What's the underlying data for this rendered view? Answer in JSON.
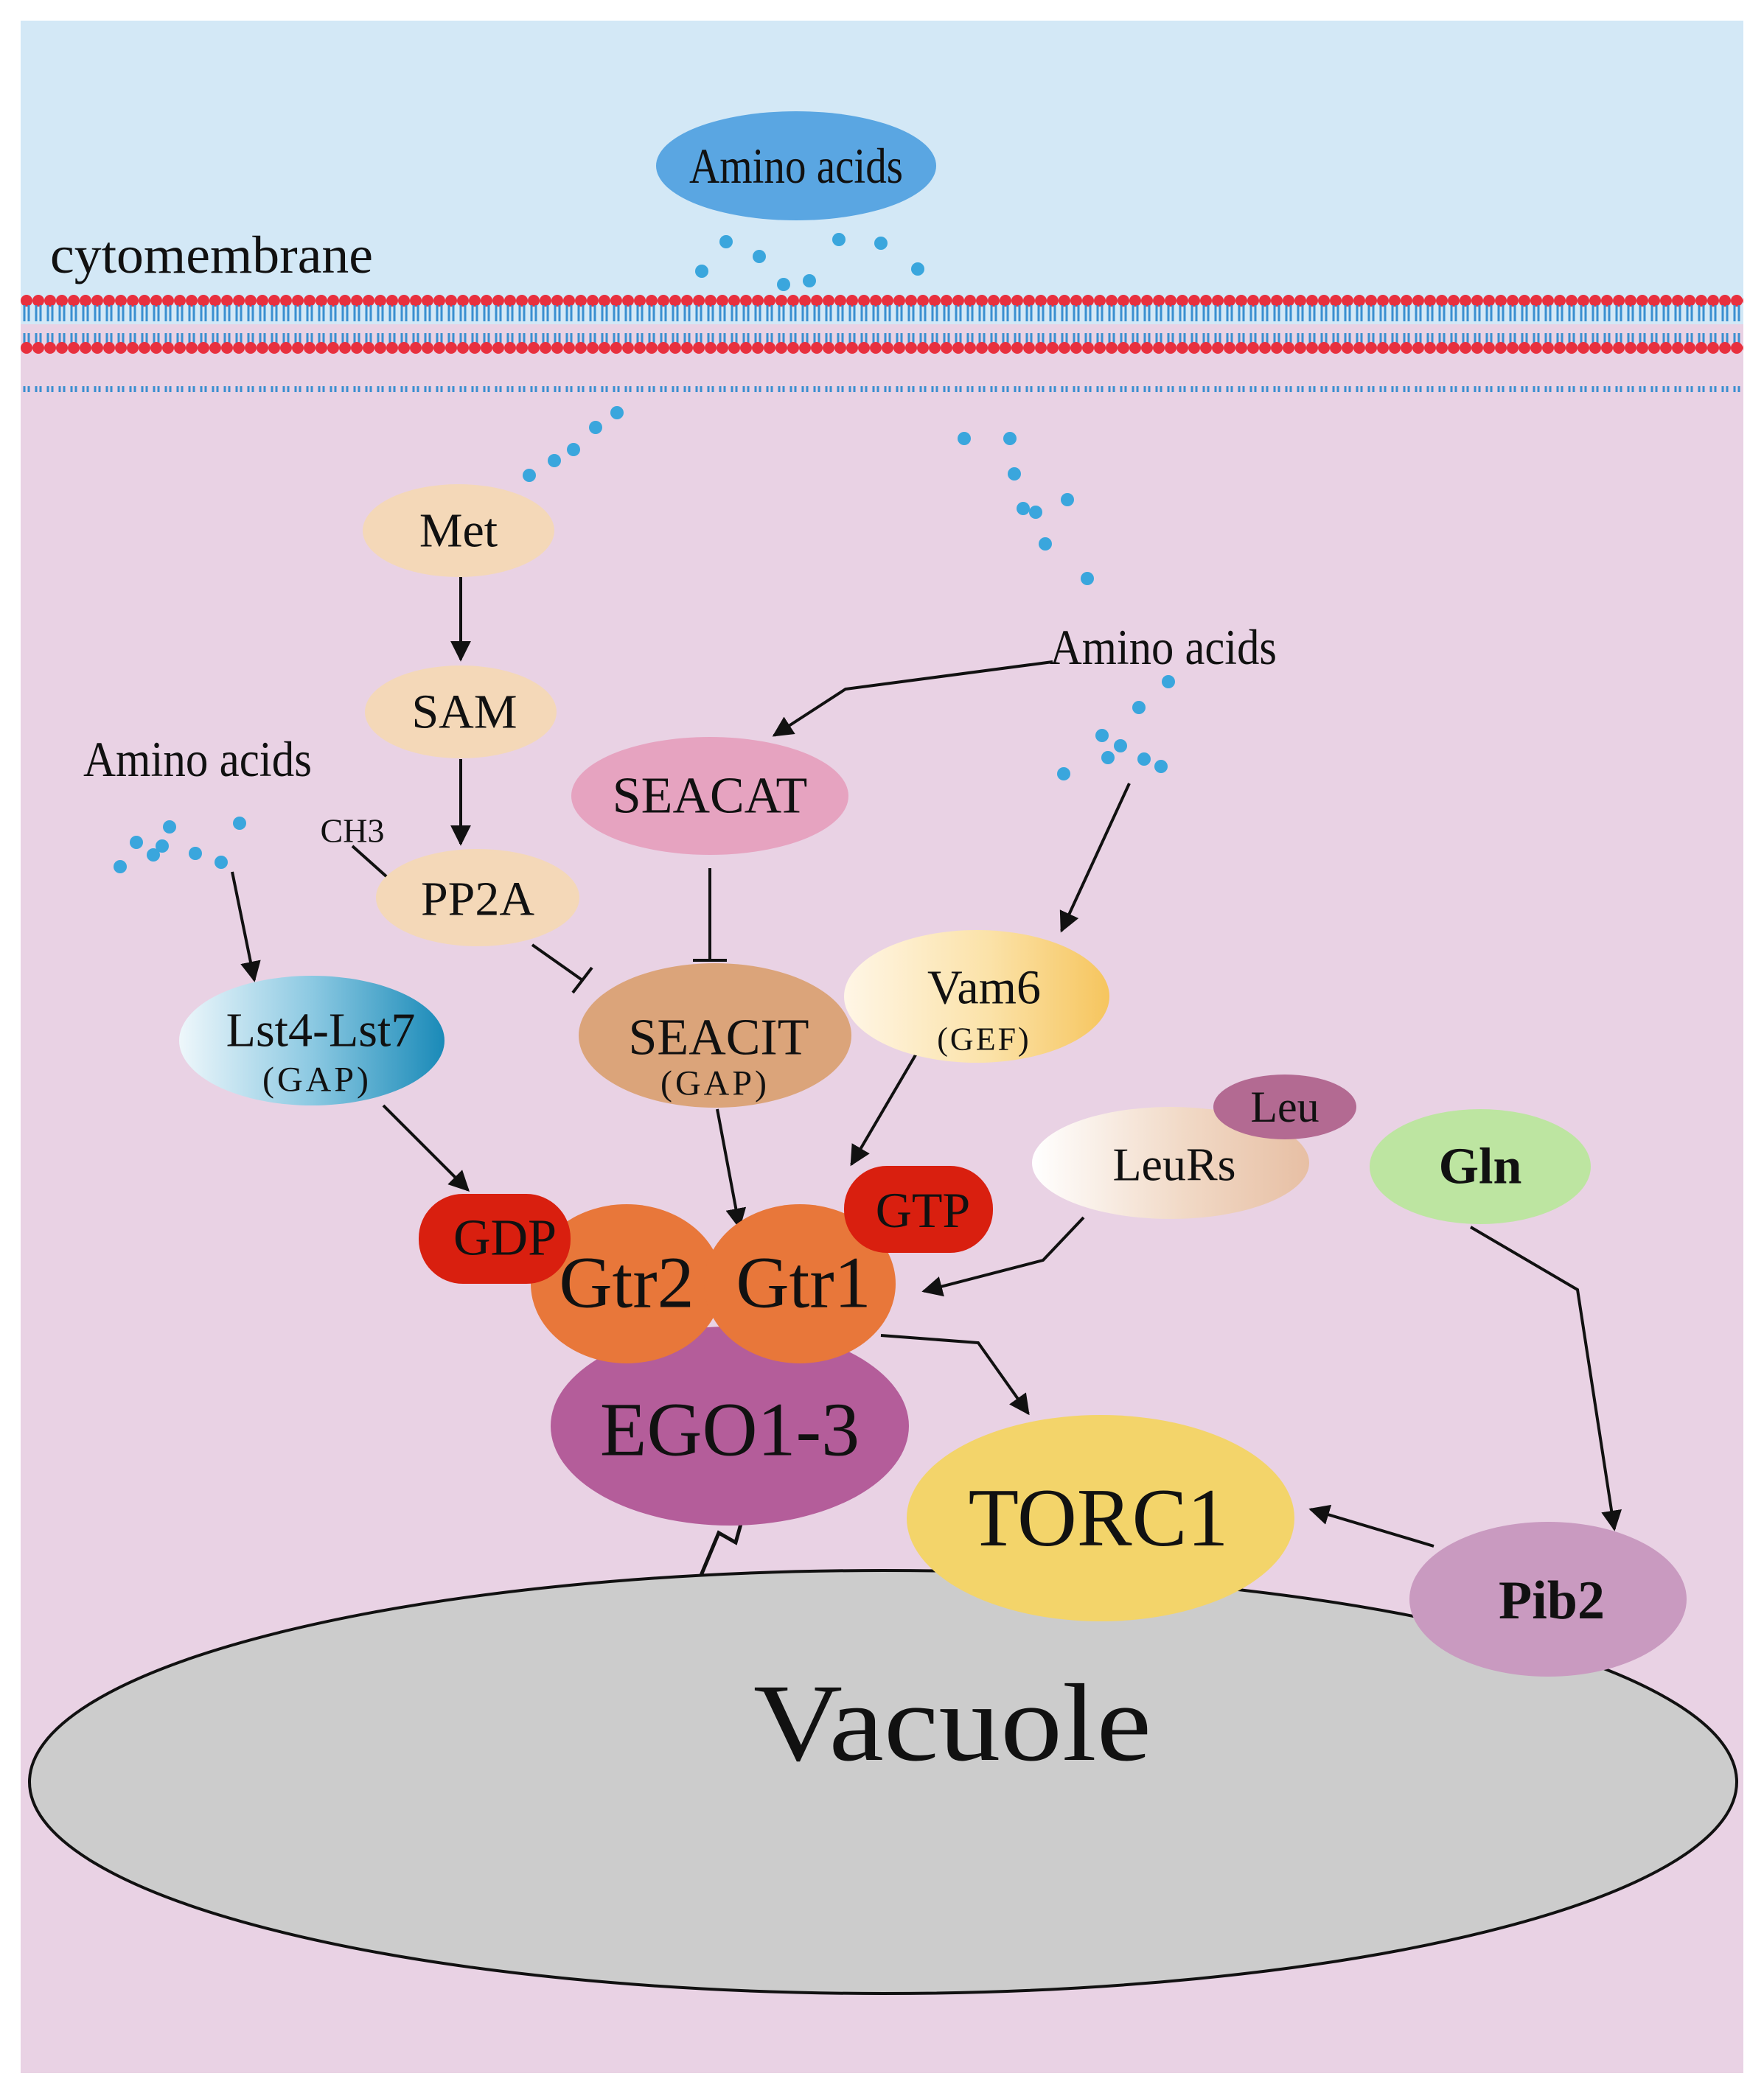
{
  "labels": {
    "cytomembrane": "cytomembrane",
    "amino_acids_top": "Amino acids",
    "amino_acids_right": "Amino acids",
    "amino_acids_left": "Amino acids",
    "met": "Met",
    "sam": "SAM",
    "ch3": "CH3",
    "pp2a": "PP2A",
    "seacat": "SEACAT",
    "seacit": "SEACIT",
    "seacit_role": "(GAP)",
    "lst": "Lst4-Lst7",
    "lst_role": "(GAP)",
    "vam6": "Vam6",
    "vam6_role": "(GEF)",
    "leu": "Leu",
    "leurs": "LeuRs",
    "gln": "Gln",
    "gdp": "GDP",
    "gtp": "GTP",
    "gtr2": "Gtr2",
    "gtr1": "Gtr1",
    "ego": "EGO1-3",
    "torc1": "TORC1",
    "pib2": "Pib2",
    "vacuole": "Vacuole"
  },
  "colors": {
    "extracellular": "#d3e8f6",
    "cytoplasm": "#e9d2e4",
    "membrane_head": "#e8303e",
    "membrane_tail": "#3a8fd0",
    "amino_dot": "#3aa6dd",
    "amino_oval": "#5aa6e2",
    "met_sam_pp2a": "#f4d8b8",
    "seacat": "#e6a3c0",
    "seacit": "#dba47a",
    "gdp_gtp": "#d91f0f",
    "gtr": "#e8773a",
    "ego": "#b45d9a",
    "torc1": "#f3d46a",
    "pib2": "#c99ac0",
    "gln": "#bde5a1",
    "leu": "#b36a92",
    "vacuole": "#cccccc"
  }
}
